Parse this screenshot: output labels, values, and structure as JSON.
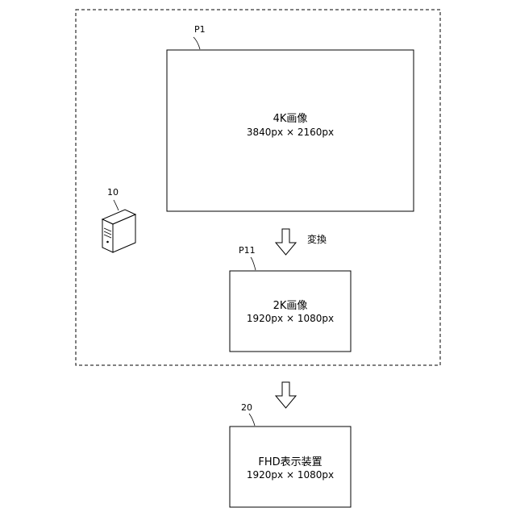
{
  "system": {
    "server_label": "10",
    "source_image": {
      "ref": "P1",
      "title": "4K画像",
      "size": "3840px × 2160px"
    },
    "conversion_label": "変換",
    "converted_image": {
      "ref": "P11",
      "title": "2K画像",
      "size": "1920px × 1080px"
    }
  },
  "display": {
    "ref": "20",
    "title": "FHD表示装置",
    "size": "1920px × 1080px"
  }
}
